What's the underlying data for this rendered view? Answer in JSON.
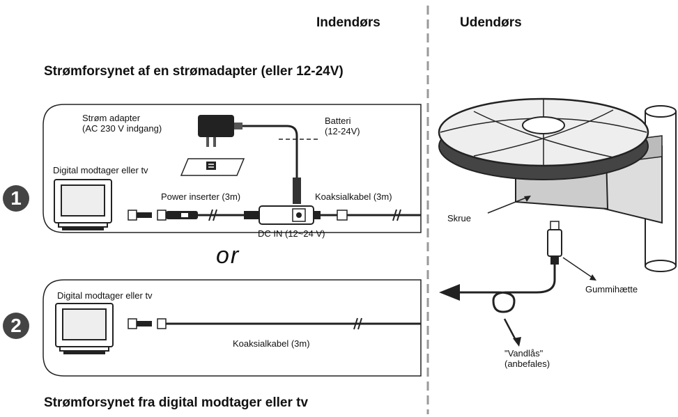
{
  "header": {
    "indoor": "Indendørs",
    "outdoor": "Udendørs"
  },
  "section1": {
    "title": "Strømforsynet af en strømadapter (eller 12-24V)",
    "step_number": "1",
    "power_adapter_label": "Strøm adapter\n(AC 230 V indgang)",
    "battery_label": "Batteri\n(12-24V)",
    "receiver_label": "Digital modtager eller tv",
    "power_inserter_label": "Power inserter (3m)",
    "coax_label": "Koaksialkabel (3m)",
    "dc_in_label": "DC IN (12~24 V)"
  },
  "divider_text": "or",
  "section2": {
    "step_number": "2",
    "receiver_label": "Digital modtager eller tv",
    "coax_label": "Koaksialkabel (3m)",
    "title": "Strømforsynet fra digital modtager eller tv"
  },
  "outdoor": {
    "screw_label": "Skrue",
    "rubber_cap_label": "Gummihætte",
    "water_trap_label": "\"Vandlås\"\n(anbefales)"
  },
  "icons": [
    "tv-icon",
    "power-adapter-icon",
    "power-inserter-icon",
    "antenna-icon",
    "connector-icon"
  ]
}
